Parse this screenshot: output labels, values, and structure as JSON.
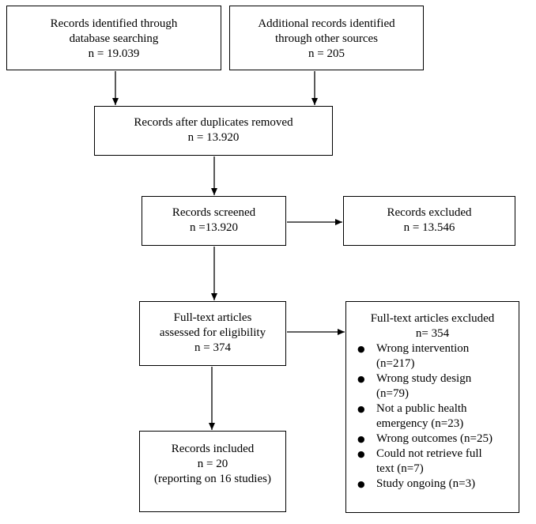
{
  "boxes": {
    "identified_db": [
      "Records identified through",
      "database searching",
      "n = 19.039"
    ],
    "identified_other": [
      "Additional records identified",
      "through other sources",
      "n = 205"
    ],
    "after_duplicates": [
      "Records after duplicates removed",
      "n = 13.920"
    ],
    "screened": [
      "Records screened",
      "n =13.920"
    ],
    "excluded": [
      "Records excluded",
      "n = 13.546"
    ],
    "fulltext_assessed": [
      "Full-text articles",
      "assessed for eligibility",
      "n = 374"
    ],
    "fulltext_excluded": {
      "title": "Full-text articles excluded",
      "count": "n= 354",
      "reasons": [
        [
          "Wrong intervention",
          "(n=217)"
        ],
        [
          "Wrong study design",
          "(n=79)"
        ],
        [
          "Not a public health",
          "emergency (n=23)"
        ],
        [
          "Wrong outcomes (n=25)"
        ],
        [
          "Could not retrieve full",
          "text (n=7)"
        ],
        [
          "Study ongoing (n=3)"
        ]
      ]
    },
    "included": [
      "Records included",
      "n = 20",
      "(reporting on 16 studies)"
    ]
  },
  "bullet_glyph": "●"
}
